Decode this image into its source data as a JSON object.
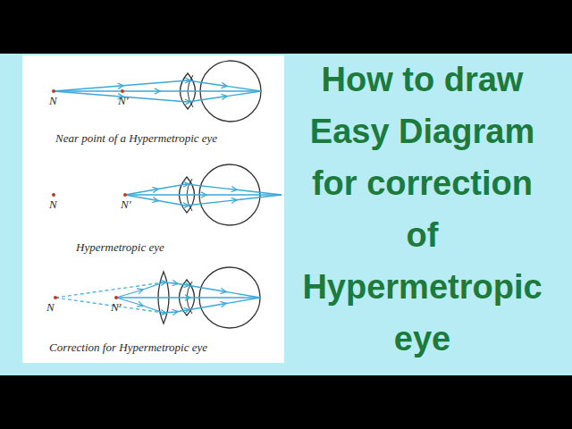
{
  "diagram": {
    "title": "How to draw Easy Diagram for correction of Hypermetropic eye",
    "labels": [
      "N",
      "N'",
      "Near point of a Hypermetropic eye",
      "N",
      "N'",
      "Hypermetropic eye",
      "N",
      "N'",
      "Correction for Hypermetropic eye"
    ]
  }
}
